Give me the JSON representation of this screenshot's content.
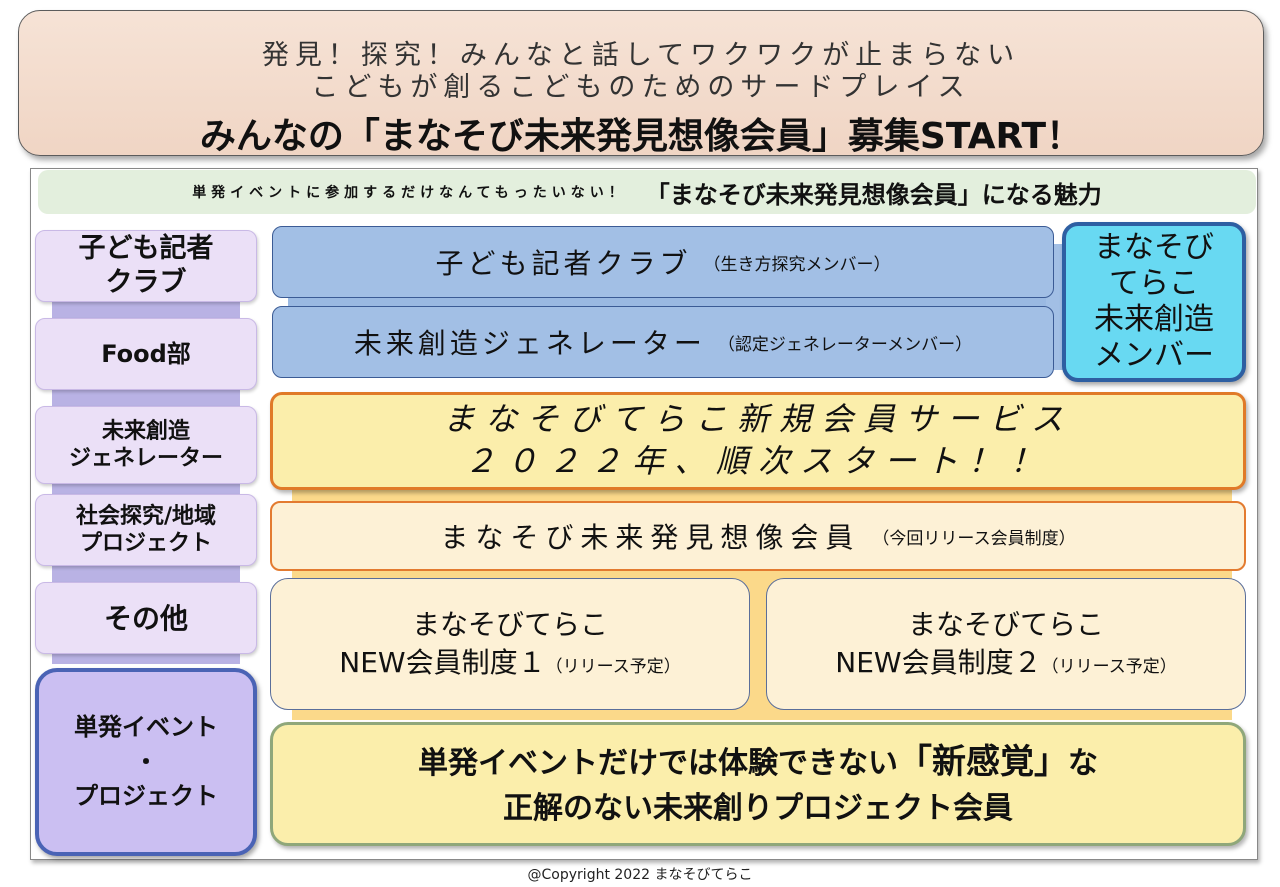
{
  "header": {
    "line1": "発見！探究！みんなと話してワクワクが止まらない",
    "line2": "こどもが創るこどものためのサードプレイス",
    "title": "みんなの「まなそび未来発見想像会員」募集START！"
  },
  "banner": {
    "small": "単発イベントに参加するだけなんてもったいない！",
    "big": "「まなそび未来発見想像会員」になる魅力"
  },
  "left": {
    "reporter": [
      "子ども記者",
      "クラブ"
    ],
    "food": "Food部",
    "generator": [
      "未来創造",
      "ジェネレーター"
    ],
    "social": [
      "社会探究/地域",
      "プロジェクト"
    ],
    "other": "その他",
    "event": [
      "単発イベント",
      "・",
      "プロジェクト"
    ]
  },
  "blue": {
    "reporter_main": "子ども記者クラブ",
    "reporter_sub": "（生き方探究メンバー）",
    "generator_main": "未来創造ジェネレーター",
    "generator_sub": "（認定ジェネレーターメンバー）",
    "cyan": [
      "まなそび",
      "てらこ",
      "未来創造",
      "メンバー"
    ]
  },
  "yellow": {
    "service_line1": "まなそびてらこ新規会員サービス",
    "service_line2": "２０２２年、順次スタート！！",
    "manasobi_main": "まなそび未来発見想像会員",
    "manasobi_sub": "（今回リリース会員制度）",
    "new1_line1": "まなそびてらこ",
    "new1_line2": "NEW会員制度１",
    "new1_sub": "（リリース予定）",
    "new2_line1": "まなそびてらこ",
    "new2_line2": "NEW会員制度２",
    "new2_sub": "（リリース予定）",
    "final_line1_a": "単発イベントだけでは体験できない",
    "final_line1_b": "「新感覚」",
    "final_line1_c": "な",
    "final_line2": "正解のない未来創りプロジェクト会員"
  },
  "footer": {
    "copyright": "@Copyright 2022 まなそびてらこ"
  },
  "colors": {
    "header_bg": "#f2d8c8",
    "banner_bg": "#e3efdd",
    "blue_bar": "#a2bfe5",
    "cyan": "#68d9f2",
    "yellow": "#fbeeab",
    "orange_border": "#e07a28",
    "purple": "#cbbff2"
  }
}
